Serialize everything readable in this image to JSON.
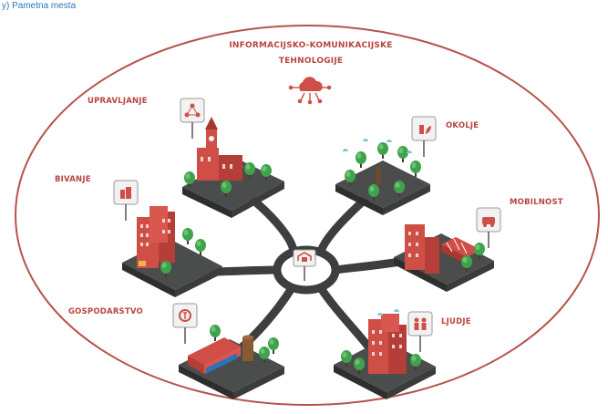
{
  "caption": "y) Pametna mesta",
  "title": {
    "line1": "INFORMACIJSKO-KOMUNIKACIJSKE",
    "line2": "TEHNOLOGIJE"
  },
  "labels": {
    "upravljanje": "UPRAVLJANJE",
    "okolje": "OKOLJE",
    "bivanje": "BIVANJE",
    "mobilnost": "MOBILNOST",
    "gospodarstvo": "GOSPODARSTVO",
    "ljudje": "LJUDJE"
  },
  "colors": {
    "ellipse": "#b5544c",
    "label": "#b7453f",
    "road": "#3c3f3d",
    "building": "#cf4f47",
    "tree": "#3fa34d",
    "tile_top": "#4a4d4b",
    "caption": "#2a74b8"
  },
  "icons": [
    "cloud-network-icon",
    "governance-icon",
    "environment-icon",
    "housing-icon",
    "mobility-icon",
    "economy-icon",
    "people-icon",
    "city-hub-icon"
  ]
}
